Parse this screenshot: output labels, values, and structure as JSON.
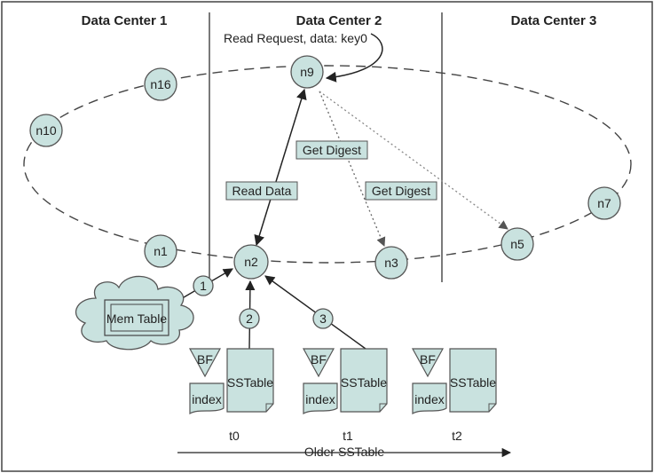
{
  "headers": {
    "dc1": "Data Center 1",
    "dc2": "Data Center 2",
    "dc3": "Data Center 3"
  },
  "nodes": {
    "n9": "n9",
    "n16": "n16",
    "n10": "n10",
    "n7": "n7",
    "n1": "n1",
    "n2": "n2",
    "n3": "n3",
    "n5": "n5"
  },
  "labels": {
    "read_request": "Read Request, data: key0",
    "get_digest_1": "Get Digest",
    "get_digest_2": "Get Digest",
    "read_data": "Read Data",
    "mem_table": "Mem Table",
    "older": "Older SSTable"
  },
  "steps": [
    "1",
    "2",
    "3"
  ],
  "groups": [
    {
      "bf": "BF",
      "index": "index",
      "sstable": "SSTable",
      "time": "t0"
    },
    {
      "bf": "BF",
      "index": "index",
      "sstable": "SSTable",
      "time": "t1"
    },
    {
      "bf": "BF",
      "index": "index",
      "sstable": "SSTable",
      "time": "t2"
    }
  ],
  "colors": {
    "fill": "#c9e2df",
    "stroke": "#555555"
  }
}
